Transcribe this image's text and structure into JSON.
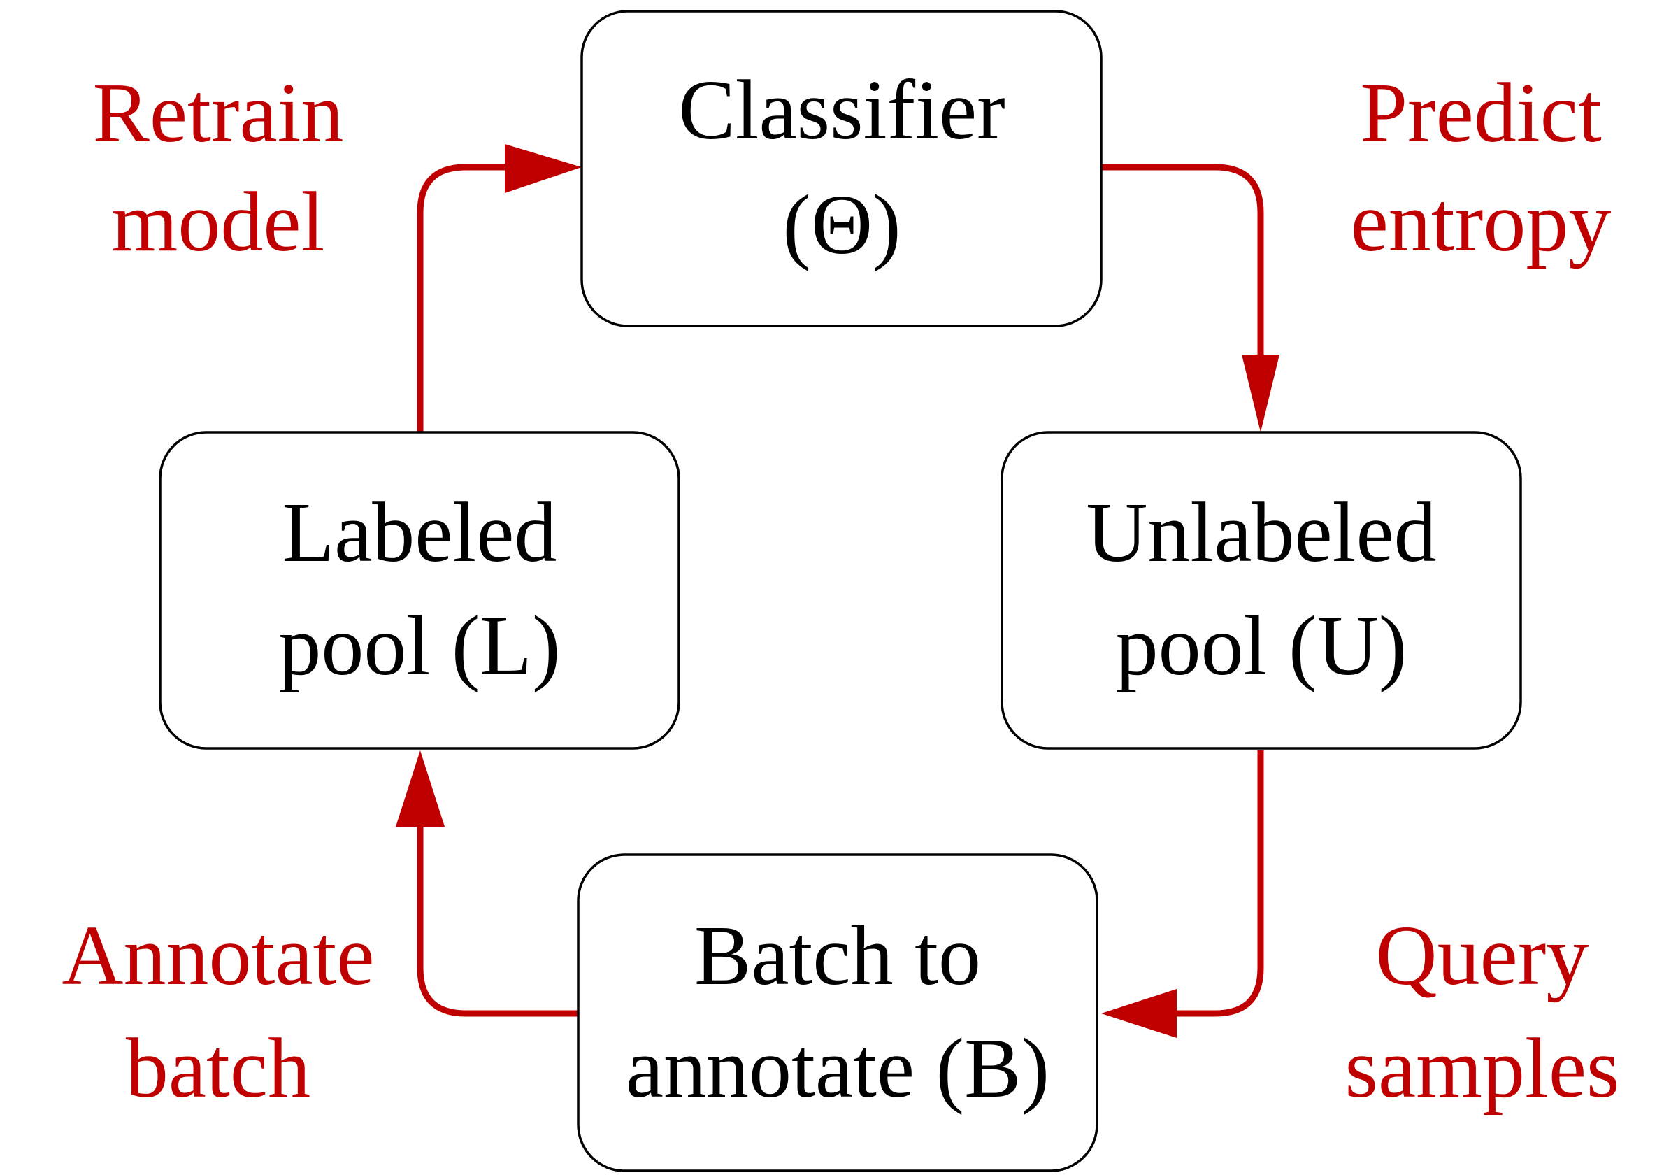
{
  "colors": {
    "accent": "#c00000",
    "node_border": "#000000",
    "node_text": "#000000",
    "background": "#ffffff"
  },
  "nodes": {
    "classifier": {
      "line1": "Classifier",
      "line2": "(Θ)"
    },
    "labeled_pool": {
      "line1": "Labeled",
      "line2": "pool (L)"
    },
    "unlabeled_pool": {
      "line1": "Unlabeled",
      "line2": "pool (U)"
    },
    "batch": {
      "line1": "Batch to",
      "line2": "annotate (B)"
    }
  },
  "edges": {
    "retrain": {
      "line1": "Retrain",
      "line2": "model"
    },
    "predict": {
      "line1": "Predict",
      "line2": "entropy"
    },
    "query": {
      "line1": "Query",
      "line2": "samples"
    },
    "annotate": {
      "line1": "Annotate",
      "line2": "batch"
    }
  }
}
